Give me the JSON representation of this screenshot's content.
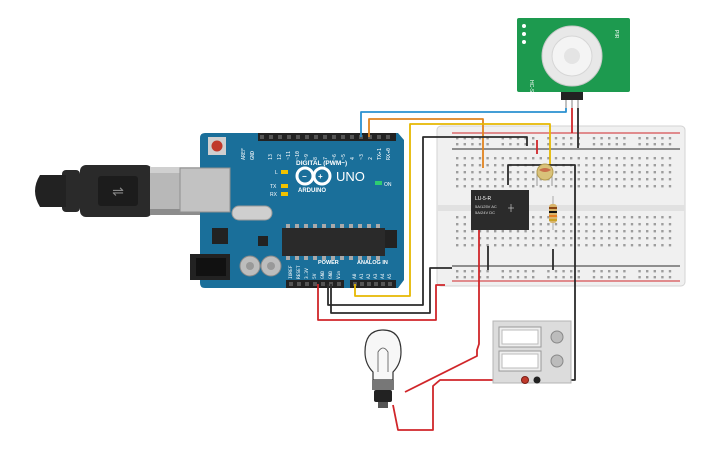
{
  "arduino": {
    "brand": "ARDUINO",
    "model": "UNO",
    "digital_label": "DIGITAL (PWM~)",
    "power_label": "POWER",
    "analog_label": "ANALOG IN",
    "on_label": "ON",
    "tx_label": "TX",
    "rx_label": "RX",
    "l_label": "L",
    "aref_label": "AREF",
    "gnd_label": "GND",
    "digital_pins": [
      "13",
      "12",
      "~11",
      "~10",
      "~9",
      "8",
      "7",
      "~6",
      "~5",
      "4",
      "~3",
      "2",
      "TX▸1",
      "RX◂0"
    ],
    "power_pins": [
      "IOREF",
      "RESET",
      "3.3V",
      "5V",
      "GND",
      "GND",
      "Vin"
    ],
    "analog_pins": [
      "A0",
      "A1",
      "A2",
      "A3",
      "A4",
      "A5"
    ]
  },
  "relay": {
    "part": "LU-5-R",
    "line1": "5A/125V AC",
    "line2": "5A/24V DC"
  },
  "pir": {
    "text_left": "HC-SR501",
    "text_right": "PIR"
  },
  "colors": {
    "board": "#1a6f9a",
    "breadboard": "#f0f0f0",
    "wire_red": "#d0262a",
    "wire_black": "#2b2b2b",
    "wire_blue": "#2a90d0",
    "wire_orange": "#e08420",
    "wire_yellow": "#e6b800",
    "pcb_green": "#1d9a4f",
    "usb_gray": "#9a9a9a"
  },
  "icons": {
    "arduino_logo": "infinity-logo-icon",
    "reset": "reset-button-icon",
    "bulb": "light-bulb-icon",
    "usb": "usb-cable-icon"
  }
}
